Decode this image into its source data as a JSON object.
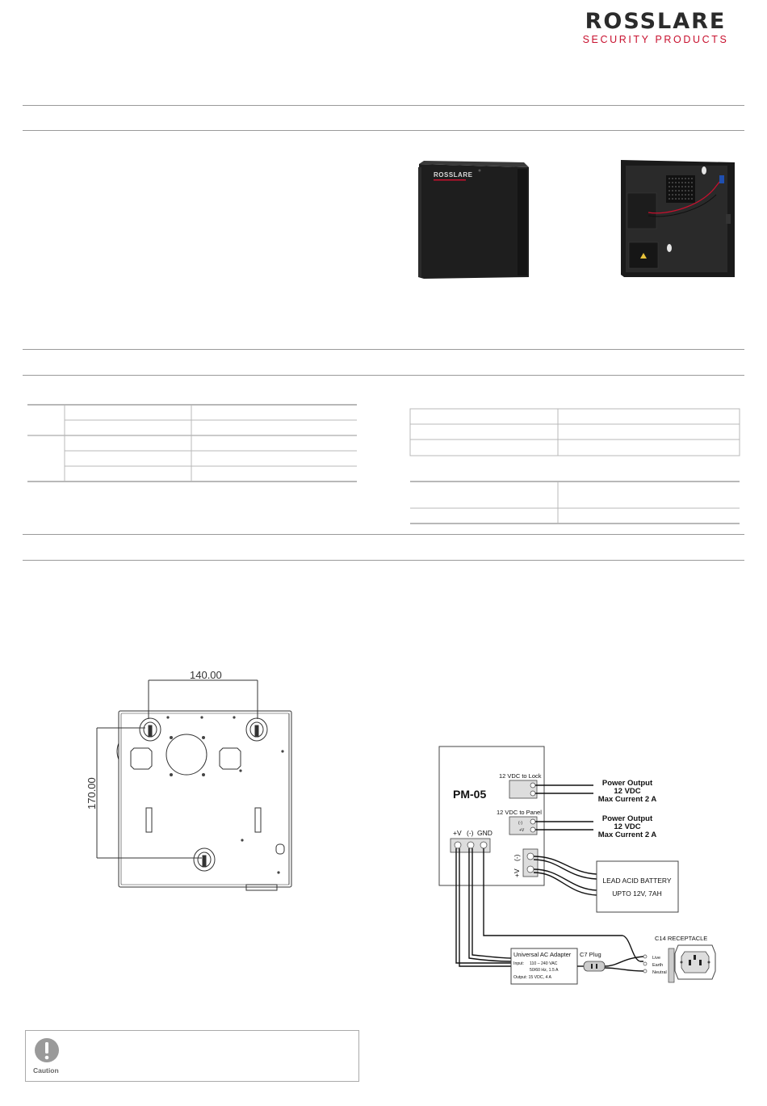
{
  "brand": {
    "name": "ROSSLARE",
    "tagline": "SECURITY PRODUCTS"
  },
  "product_photos": [
    {
      "name": "enclosure-closed",
      "logo_text": "ROSSLARE"
    },
    {
      "name": "enclosure-open"
    }
  ],
  "dimension_drawing": {
    "width_label": "140.00",
    "height_label": "170.00"
  },
  "wiring_diagram": {
    "module_label": "PM-05",
    "lock_terminal_label": "12 VDC to Lock",
    "panel_terminal_label": "12 VDC to Panel",
    "panel_terminal_pins": [
      "(-)",
      "+V"
    ],
    "power_output_1": [
      "Power Output",
      "12 VDC",
      "Max Current 2 A"
    ],
    "power_output_2": [
      "Power Output",
      "12 VDC",
      "Max Current 2 A"
    ],
    "input_terminal_labels": [
      "+V",
      "(-)",
      "GND"
    ],
    "battery_terminal_labels": [
      "(-)",
      "+V"
    ],
    "battery_box": [
      "LEAD ACID BATTERY",
      "UPTO 12V, 7AH"
    ],
    "receptacle_label": "C14 RECEPTACLE",
    "receptacle_pins": [
      "Live",
      "Earth",
      "Neutral"
    ],
    "plug_label": "C7 Plug",
    "adapter": {
      "title": "Universal AC Adapter",
      "input_label": "Input:",
      "input_line1": "110 – 240 VAC",
      "input_line2": "50/60 Hz, 1.5 A",
      "output_line": "Output: 15 VDC, 4 A"
    }
  },
  "caution": {
    "label": "Caution"
  },
  "colors": {
    "brand_red": "#c8102e",
    "rule_gray": "#9a9a9a"
  }
}
